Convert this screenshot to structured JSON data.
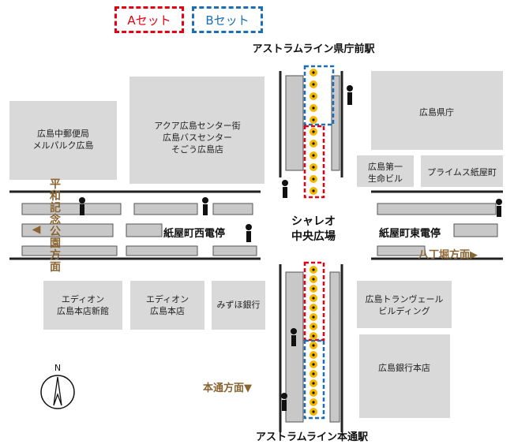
{
  "legend": {
    "a_set": {
      "label": "Aセット",
      "color": "#e60012"
    },
    "b_set": {
      "label": "Bセット",
      "color": "#1a6fb5"
    }
  },
  "stations": {
    "north": "アストラムライン県庁前駅",
    "south": "アストラムライン本通駅"
  },
  "plaza": {
    "line1": "シャレオ",
    "line2": "中央広場"
  },
  "stops": {
    "west": "紙屋町西電停",
    "east": "紙屋町東電停"
  },
  "directions": {
    "west_chars": [
      "平",
      "和",
      "記",
      "念",
      "公",
      "園",
      "方",
      "面"
    ],
    "west_arrow": "◀",
    "east": "八丁堀方面▶",
    "south": "本通方面▼"
  },
  "buildings": {
    "post_office": {
      "line1": "広島中郵便局",
      "line2": "メルパルク広島"
    },
    "aqua": {
      "line1": "アクア広島センター街",
      "line2": "広島バスセンター",
      "line3": "そごう広島店"
    },
    "prefecture": {
      "line1": "広島県庁"
    },
    "daiichi": {
      "line1": "広島第一",
      "line2": "生命ビル"
    },
    "primus": {
      "line1": "プライムス紙屋町"
    },
    "edion_new": {
      "line1": "エディオン",
      "line2": "広島本店新館"
    },
    "edion": {
      "line1": "エディオン",
      "line2": "広島本店"
    },
    "mizuho": {
      "line1": "みずほ銀行"
    },
    "transvale": {
      "line1": "広島トランヴェール",
      "line2": "ビルディング"
    },
    "bank": {
      "line1": "広島銀行本店"
    }
  },
  "compass": {
    "label": "N"
  },
  "colors": {
    "building": "#d9d9d9",
    "underground": "#c8c8c8",
    "direction_text": "#8a6532",
    "marker": "#f5b800"
  },
  "markers": {
    "north_column": 11,
    "south_column": 16
  }
}
